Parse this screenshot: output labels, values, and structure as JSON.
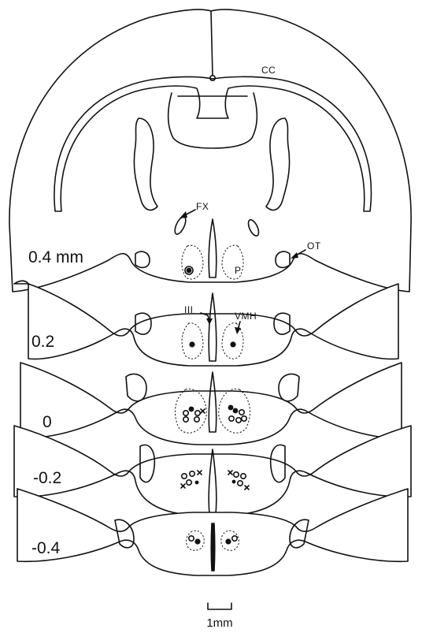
{
  "figure": {
    "level_labels": [
      "0.4 mm",
      "0.2",
      "0",
      "-0.2",
      "-0.4"
    ],
    "structure_labels": {
      "corpus_callosum": "CC",
      "fornix": "FX",
      "optic_tract": "OT",
      "third_ventricle": "III",
      "ventromedial_hypothalamus": "VMH",
      "p_marker": "P"
    },
    "scale_bar_label": "1mm",
    "marker_legend": {
      "filled_circle": "marker-filled-circle",
      "open_circle": "marker-open-circle",
      "cross": "marker-cross"
    },
    "colors": {
      "ink": "#111111",
      "background": "#ffffff"
    }
  }
}
